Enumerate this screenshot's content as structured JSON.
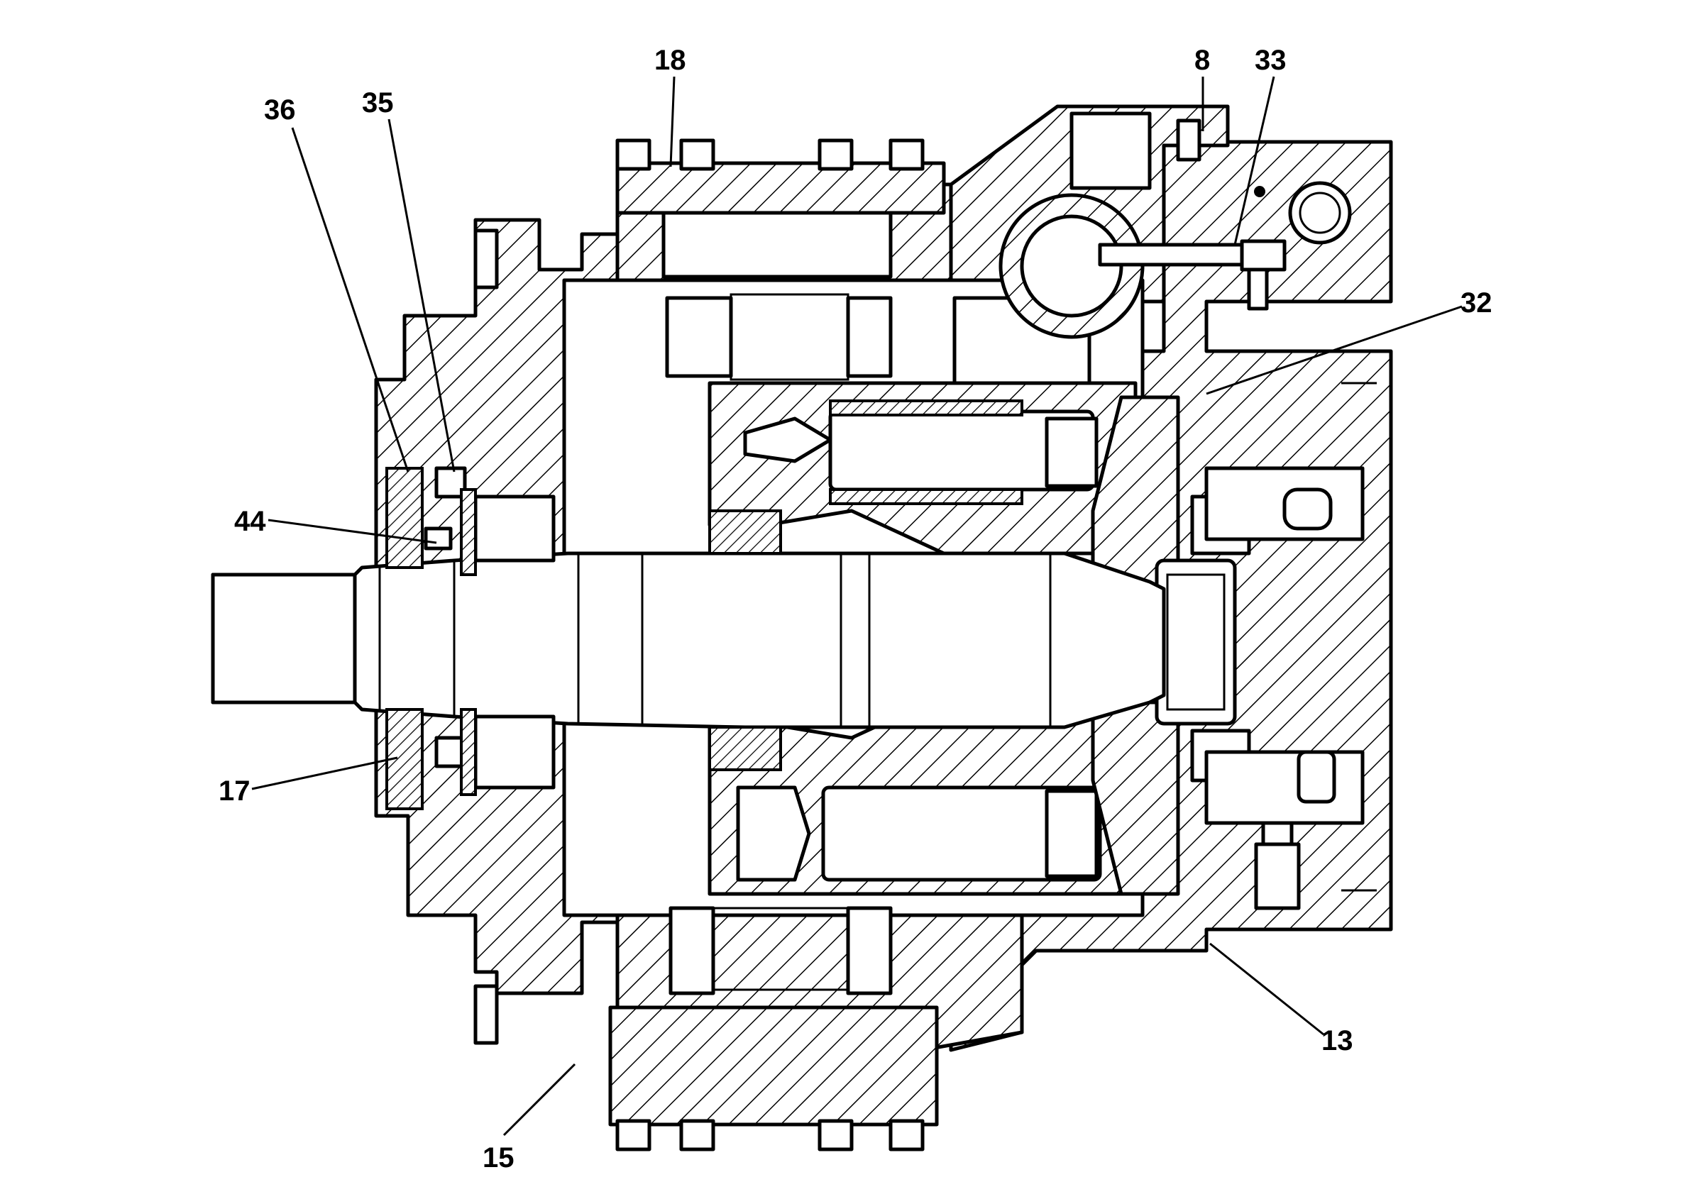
{
  "callouts": [
    {
      "id": "c18",
      "label": "18"
    },
    {
      "id": "c8",
      "label": "8"
    },
    {
      "id": "c33",
      "label": "33"
    },
    {
      "id": "c36",
      "label": "36"
    },
    {
      "id": "c35",
      "label": "35"
    },
    {
      "id": "c32",
      "label": "32"
    },
    {
      "id": "c44",
      "label": "44"
    },
    {
      "id": "c17",
      "label": "17"
    },
    {
      "id": "c13",
      "label": "13"
    },
    {
      "id": "c15",
      "label": "15"
    }
  ],
  "colors": {
    "ink": "#000000",
    "paper": "#ffffff"
  }
}
